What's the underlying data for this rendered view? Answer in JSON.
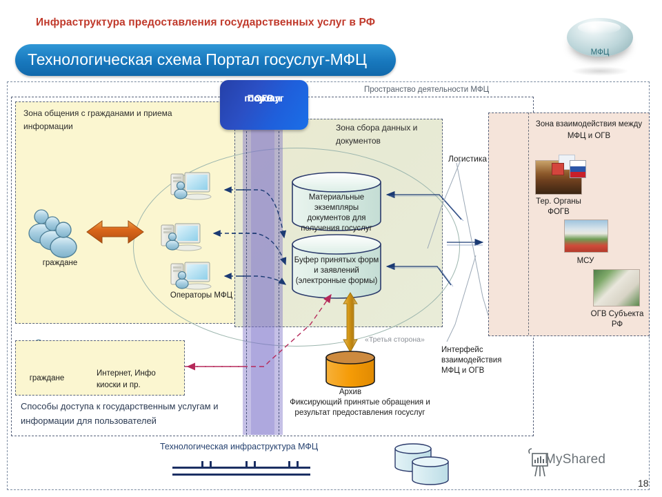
{
  "header": {
    "red_title": "Инфраструктура предоставления государственных услуг в РФ",
    "banner_title": "Технологическая схема Портал госуслуг-МФЦ"
  },
  "mfc_badge": {
    "label": "МФЦ",
    "icon": "ellipse-3d-icon"
  },
  "frame": {
    "space_label": "Пространство деятельности МФЦ"
  },
  "portal_box": {
    "line1": "Портал",
    "line2": "госуслуг",
    "line3": "ОГВ"
  },
  "zones": {
    "communication": {
      "label": "Зона общения   с гражданами и приема информации"
    },
    "data_collection": {
      "label": "Зона сбора данных и документов"
    },
    "interaction": {
      "label": "Зона взаимодействия между МФЦ и ОГВ"
    }
  },
  "actors": {
    "citizens_main": "граждане",
    "operators": "Операторы МФЦ",
    "citizens_net": "граждане",
    "internet": "Интернет, Инфо киоски и пр."
  },
  "cylinders": {
    "materials": "Материальные экземпляры документов для получения  госуслуг",
    "buffer": "Буфер принятых форм и заявлений (электронные формы)",
    "archive_title": "Архив",
    "archive_sub": "Фиксирующий принятые обращения и результат предоставления госуслуг"
  },
  "annotations": {
    "logistics": "Логистика",
    "third_party": "«Третья сторона»",
    "interface": "Интерфейс взаимодействия МФЦ и ОГВ",
    "access_methods": "Способы доступа к государственным услугам и информации для пользователей",
    "tech_infrastructure": "Технологическая инфраструктура МФЦ"
  },
  "agencies": [
    {
      "label": "Тер. Органы ФОГВ",
      "photo": "government-meeting-photo"
    },
    {
      "label": "МСУ",
      "photo": "white-building-tulips-photo"
    },
    {
      "label": "ОГВ Субъекта РФ",
      "photo": "mansion-photo"
    }
  ],
  "footer": {
    "brand": "MyShared",
    "page": "18",
    "brand_icon": "presentation-board-icon"
  },
  "colors": {
    "banner_blue": "#1878bd",
    "red_title": "#c0392b",
    "portal_blue": "#2b4fc4",
    "zone_yellow": "#fbf6d0",
    "zone_olive": "#e8eace",
    "zone_pink": "#f5e4da",
    "orange_accent": "#d2691e",
    "cyl_blue": "#2b3a6b",
    "archive_orange": "#f2a01e",
    "purple_band": "#7468c4"
  }
}
